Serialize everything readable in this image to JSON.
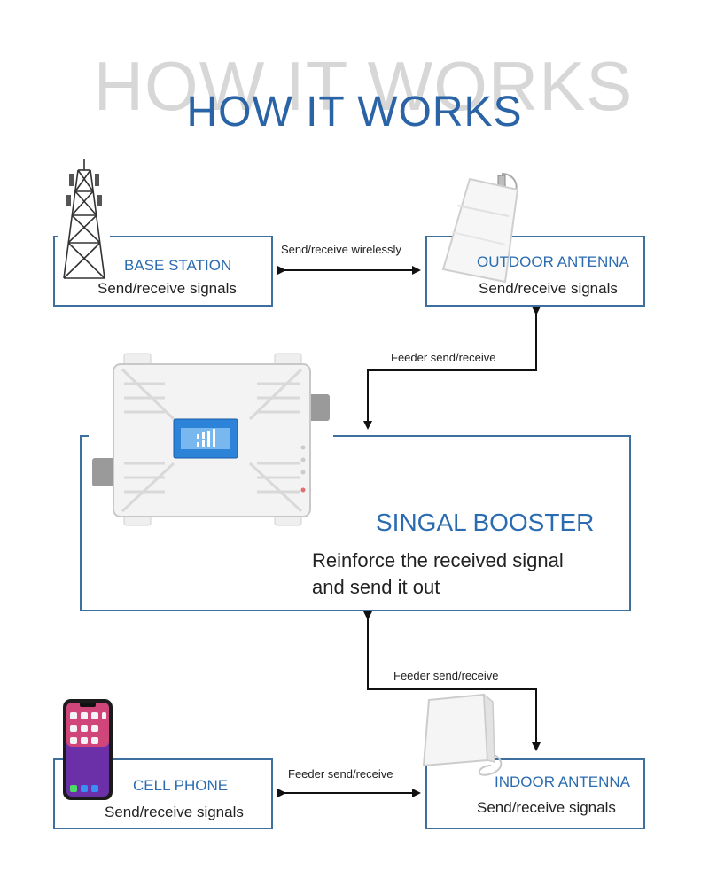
{
  "header": {
    "ghost_title": "HOW IT WORKS",
    "title": "HOW IT WORKS"
  },
  "base_station": {
    "title": "BASE STATION",
    "subtitle": "Send/receive signals"
  },
  "outdoor_antenna": {
    "title": "OUTDOOR ANTENNA",
    "subtitle": "Send/receive signals"
  },
  "booster": {
    "title": "SINGAL BOOSTER",
    "line1": "Reinforce the received signal",
    "line2": "and send it out"
  },
  "cell_phone": {
    "title": "CELL PHONE",
    "subtitle": "Send/receive signals"
  },
  "indoor_antenna": {
    "title": "INDOOR ANTENNA",
    "subtitle": "Send/receive signals"
  },
  "links": {
    "base_outdoor": "Send/receive wirelessly",
    "outdoor_booster": "Feeder send/receive",
    "booster_indoor": "Feeder send/receive",
    "phone_indoor": "Feeder send/receive"
  },
  "colors": {
    "accent": "#2b6cb0",
    "frame": "#3d6f9f",
    "ghost": "#d7d7d7",
    "text": "#222222"
  },
  "icons": [
    "cell-tower-icon",
    "outdoor-antenna-icon",
    "signal-booster-icon",
    "smartphone-icon",
    "panel-antenna-icon"
  ]
}
